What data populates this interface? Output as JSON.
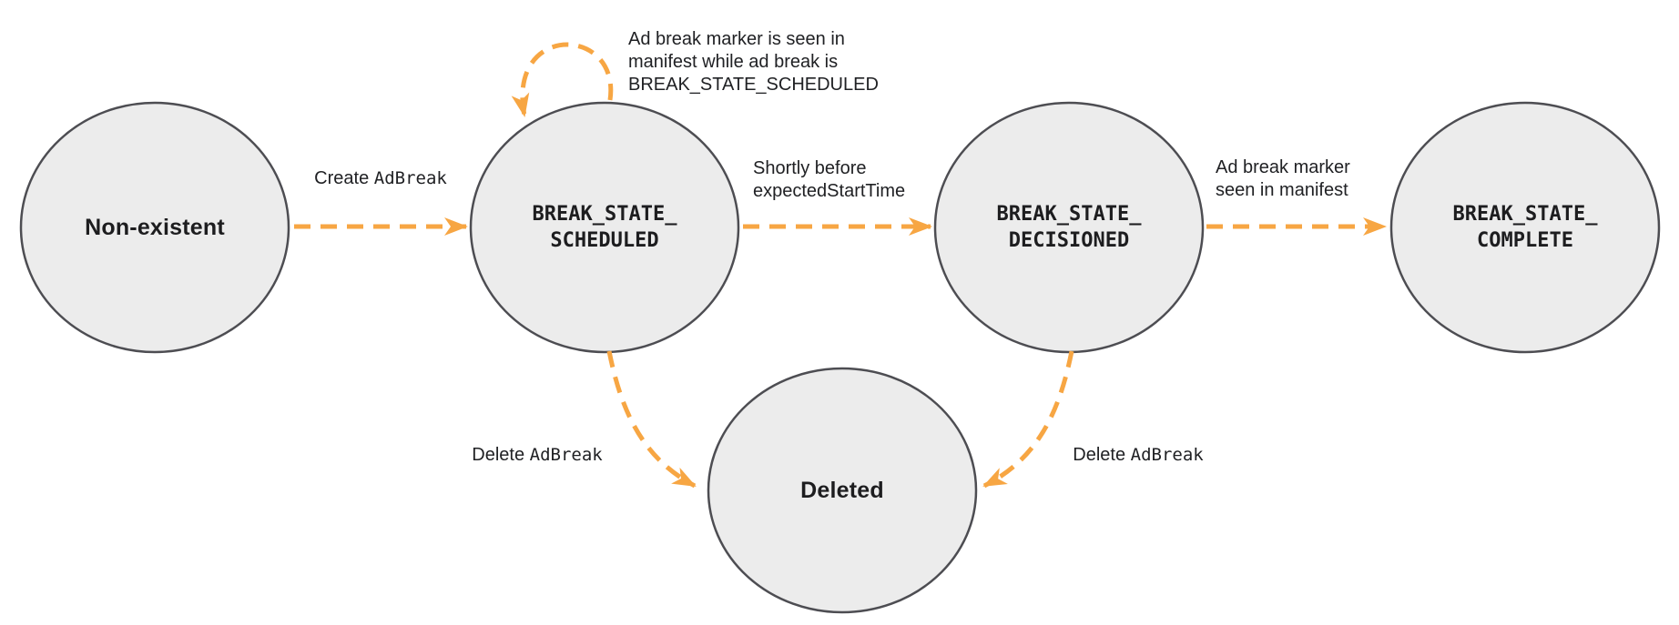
{
  "diagram": {
    "description": "Ad break state machine",
    "colors": {
      "arrow_orange": "#F7A643",
      "node_fill": "#ECECEC",
      "node_stroke": "#4D4D52",
      "text": "#202124"
    },
    "states": {
      "non_existent": {
        "label": "Non-existent"
      },
      "scheduled": {
        "line1": "BREAK_STATE_",
        "line2": "SCHEDULED"
      },
      "decisioned": {
        "line1": "BREAK_STATE_",
        "line2": "DECISIONED"
      },
      "complete": {
        "line1": "BREAK_STATE_",
        "line2": "COMPLETE"
      },
      "deleted": {
        "label": "Deleted"
      }
    },
    "transitions": {
      "create": {
        "prefix": "Create ",
        "code": "AdBreak"
      },
      "self_loop": {
        "line1": "Ad break marker is seen in",
        "line2": "manifest while ad break is",
        "code": "BREAK_STATE_SCHEDULED"
      },
      "to_decisioned": {
        "line1": "Shortly before",
        "code": "expectedStartTime"
      },
      "to_complete": {
        "line1": "Ad break marker",
        "line2": "seen in manifest"
      },
      "delete_from_scheduled": {
        "prefix": "Delete ",
        "code": "AdBreak"
      },
      "delete_from_decisioned": {
        "prefix": "Delete ",
        "code": "AdBreak"
      }
    }
  }
}
